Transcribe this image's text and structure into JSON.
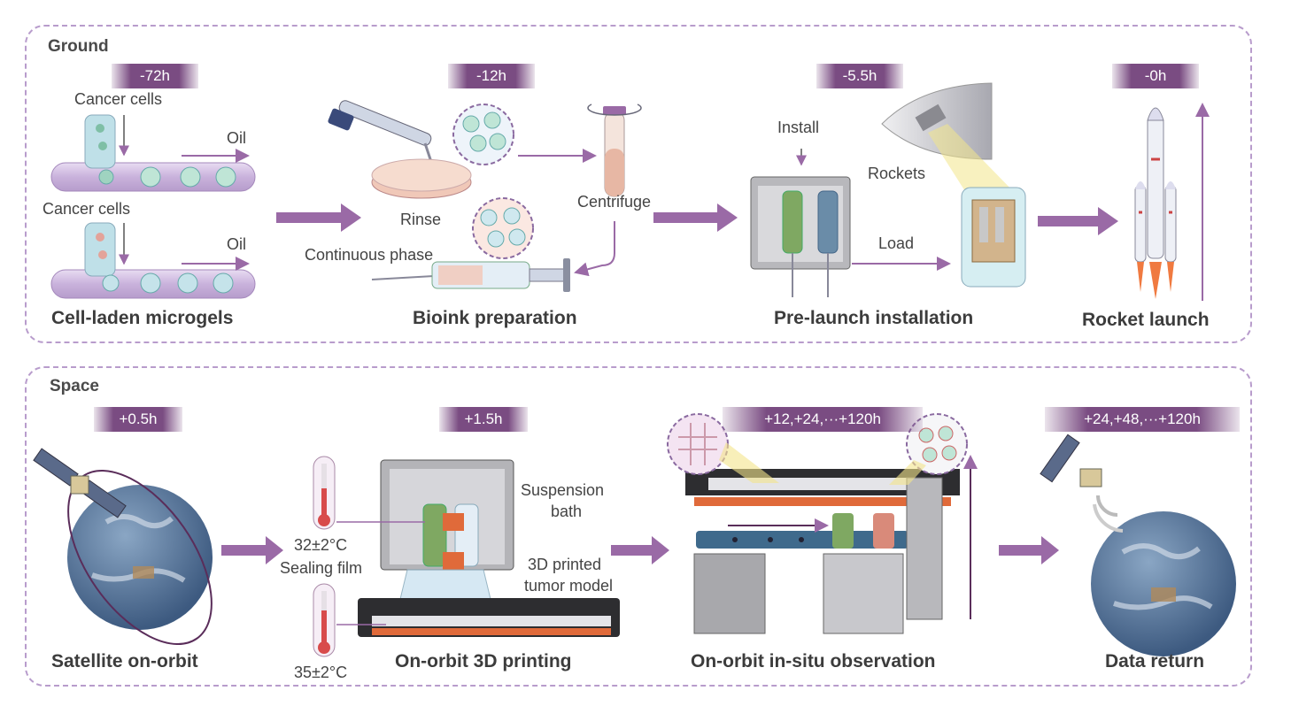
{
  "ground": {
    "title": "Ground",
    "stages": [
      {
        "time": "-72h",
        "caption": "Cell-laden microgels"
      },
      {
        "time": "-12h",
        "caption": "Bioink preparation"
      },
      {
        "time": "-5.5h",
        "caption": "Pre-launch installation"
      },
      {
        "time": "-0h",
        "caption": "Rocket launch"
      }
    ],
    "labels": {
      "cancer_cells_1": "Cancer cells",
      "oil_1": "Oil",
      "cancer_cells_2": "Cancer cells",
      "oil_2": "Oil",
      "rinse": "Rinse",
      "continuous_phase": "Continuous phase",
      "centrifuge": "Centrifuge",
      "install": "Install",
      "rockets": "Rockets",
      "load": "Load"
    }
  },
  "space": {
    "title": "Space",
    "stages": [
      {
        "time": "+0.5h",
        "caption": "Satellite on-orbit"
      },
      {
        "time": "+1.5h",
        "caption": "On-orbit 3D printing"
      },
      {
        "time": "+12,+24,···+120h",
        "caption": "On-orbit in-situ observation"
      },
      {
        "time": "+24,+48,···+120h",
        "caption": "Data return"
      }
    ],
    "labels": {
      "temp_1": "32±2°C",
      "temp_2": "35±2°C",
      "sealing_film": "Sealing film",
      "suspension_bath_1": "Suspension",
      "suspension_bath_2": "bath",
      "printed_model_1": "3D printed",
      "printed_model_2": "tumor model"
    }
  },
  "colors": {
    "accent": "#7a4c82",
    "arrow": "#9a6aa6",
    "panel_border": "#b89ccc",
    "tube": "#d7c6e6",
    "cell": "#7fbfa6",
    "earth": "#5f7fa6",
    "heater": "#e06a3a"
  }
}
